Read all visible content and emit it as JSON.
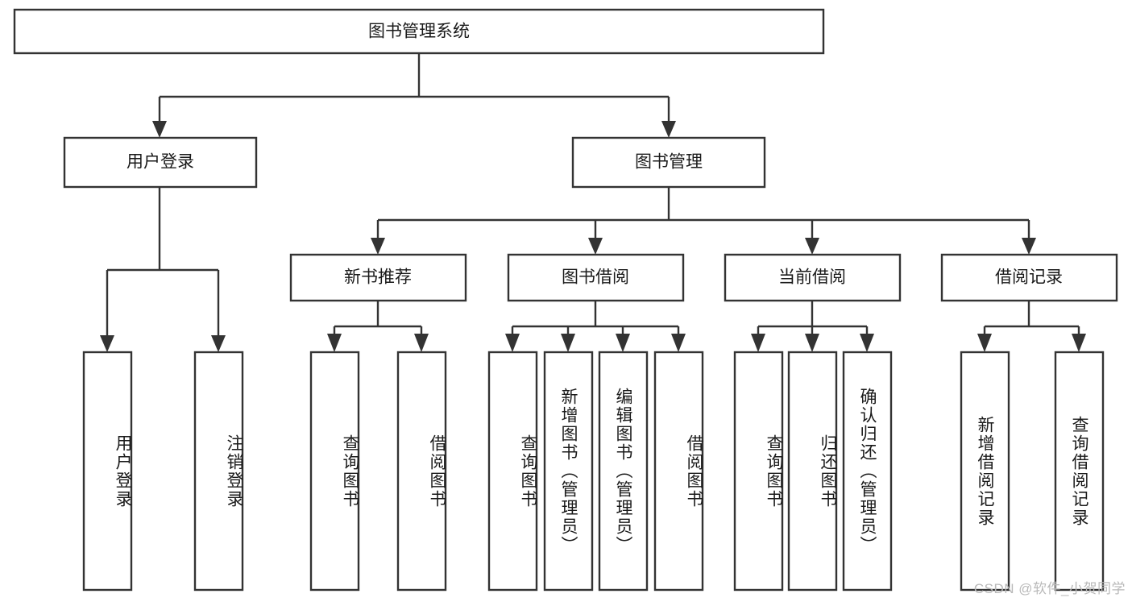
{
  "diagram": {
    "type": "tree-hierarchy",
    "title": "图书管理系统",
    "orientation": "top-down",
    "colors": {
      "box_fill": "#ffffff",
      "box_stroke": "#333333",
      "text": "#1a1a1a",
      "background": "#ffffff",
      "watermark": "#b9b9b9"
    },
    "root": {
      "id": "root",
      "label": "图书管理系统",
      "text_orientation": "horizontal"
    },
    "level2": [
      {
        "id": "user-login",
        "label": "用户登录",
        "text_orientation": "horizontal"
      },
      {
        "id": "book-management",
        "label": "图书管理",
        "text_orientation": "horizontal"
      }
    ],
    "level3": [
      {
        "id": "new-book-recommend",
        "label": "新书推荐",
        "parent": "book-management",
        "text_orientation": "horizontal"
      },
      {
        "id": "book-borrow",
        "label": "图书借阅",
        "parent": "book-management",
        "text_orientation": "horizontal"
      },
      {
        "id": "current-borrow",
        "label": "当前借阅",
        "parent": "book-management",
        "text_orientation": "horizontal"
      },
      {
        "id": "borrow-record",
        "label": "借阅记录",
        "parent": "book-management",
        "text_orientation": "horizontal"
      }
    ],
    "leaves": [
      {
        "id": "leaf-user-login",
        "label": "用户登录",
        "parent": "user-login",
        "text_orientation": "vertical"
      },
      {
        "id": "leaf-user-logout",
        "label": "注销登录",
        "parent": "user-login",
        "text_orientation": "vertical"
      },
      {
        "id": "leaf-query-book-1",
        "label": "查询图书",
        "parent": "new-book-recommend",
        "text_orientation": "vertical"
      },
      {
        "id": "leaf-borrow-book-1",
        "label": "借阅图书",
        "parent": "new-book-recommend",
        "text_orientation": "vertical"
      },
      {
        "id": "leaf-query-book-2",
        "label": "查询图书",
        "parent": "book-borrow",
        "text_orientation": "vertical"
      },
      {
        "id": "leaf-add-book",
        "label": "新增图书（管理员）",
        "parent": "book-borrow",
        "text_orientation": "vertical"
      },
      {
        "id": "leaf-edit-book",
        "label": "编辑图书（管理员）",
        "parent": "book-borrow",
        "text_orientation": "vertical"
      },
      {
        "id": "leaf-borrow-book-2",
        "label": "借阅图书",
        "parent": "book-borrow",
        "text_orientation": "vertical"
      },
      {
        "id": "leaf-query-book-3",
        "label": "查询图书",
        "parent": "current-borrow",
        "text_orientation": "vertical"
      },
      {
        "id": "leaf-return-book",
        "label": "归还图书",
        "parent": "current-borrow",
        "text_orientation": "vertical"
      },
      {
        "id": "leaf-confirm-return",
        "label": "确认归还（管理员）",
        "parent": "current-borrow",
        "text_orientation": "vertical"
      },
      {
        "id": "leaf-add-record",
        "label": "新增借阅记录",
        "parent": "borrow-record",
        "text_orientation": "vertical"
      },
      {
        "id": "leaf-query-record",
        "label": "查询借阅记录",
        "parent": "borrow-record",
        "text_orientation": "vertical"
      }
    ]
  },
  "watermark": {
    "text": "CSDN @软件_小贺同学"
  }
}
